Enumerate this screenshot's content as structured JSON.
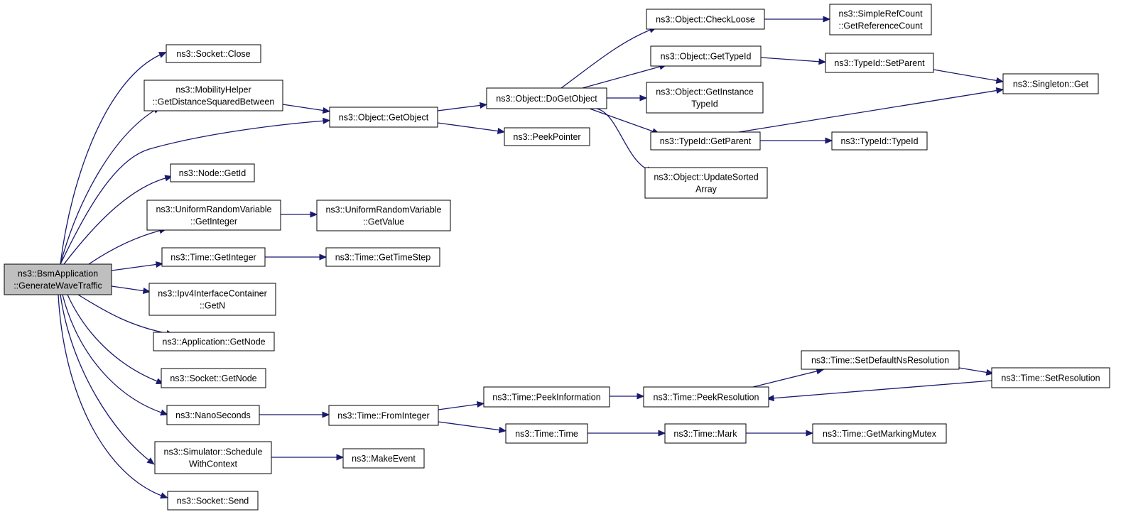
{
  "diagram": {
    "nodes": [
      {
        "id": "bsm",
        "lines": [
          "ns3::BsmApplication",
          "::GenerateWaveTraffic"
        ],
        "root": true
      },
      {
        "id": "sockClose",
        "lines": [
          "ns3::Socket::Close"
        ]
      },
      {
        "id": "mobDist",
        "lines": [
          "ns3::MobilityHelper",
          "::GetDistanceSquaredBetween"
        ]
      },
      {
        "id": "nodeGetId",
        "lines": [
          "ns3::Node::GetId"
        ]
      },
      {
        "id": "urvGetInt",
        "lines": [
          "ns3::UniformRandomVariable",
          "::GetInteger"
        ]
      },
      {
        "id": "timeGetInt",
        "lines": [
          "ns3::Time::GetInteger"
        ]
      },
      {
        "id": "ipv4GetN",
        "lines": [
          "ns3::Ipv4InterfaceContainer",
          "::GetN"
        ]
      },
      {
        "id": "appGetNode",
        "lines": [
          "ns3::Application::GetNode"
        ]
      },
      {
        "id": "sockGetNode",
        "lines": [
          "ns3::Socket::GetNode"
        ]
      },
      {
        "id": "nanoSec",
        "lines": [
          "ns3::NanoSeconds"
        ]
      },
      {
        "id": "simSched",
        "lines": [
          "ns3::Simulator::Schedule",
          "WithContext"
        ]
      },
      {
        "id": "sockSend",
        "lines": [
          "ns3::Socket::Send"
        ]
      },
      {
        "id": "objGetObj",
        "lines": [
          "ns3::Object::GetObject"
        ]
      },
      {
        "id": "urvGetVal",
        "lines": [
          "ns3::UniformRandomVariable",
          "::GetValue"
        ]
      },
      {
        "id": "timeGetStep",
        "lines": [
          "ns3::Time::GetTimeStep"
        ]
      },
      {
        "id": "timeFromInt",
        "lines": [
          "ns3::Time::FromInteger"
        ]
      },
      {
        "id": "makeEvent",
        "lines": [
          "ns3::MakeEvent"
        ]
      },
      {
        "id": "objDoGet",
        "lines": [
          "ns3::Object::DoGetObject"
        ]
      },
      {
        "id": "peekPtr",
        "lines": [
          "ns3::PeekPointer"
        ]
      },
      {
        "id": "timePeekInfo",
        "lines": [
          "ns3::Time::PeekInformation"
        ]
      },
      {
        "id": "timeTime",
        "lines": [
          "ns3::Time::Time"
        ]
      },
      {
        "id": "objCheckLoose",
        "lines": [
          "ns3::Object::CheckLoose"
        ]
      },
      {
        "id": "objGetTypeId",
        "lines": [
          "ns3::Object::GetTypeId"
        ]
      },
      {
        "id": "objGetInstTid",
        "lines": [
          "ns3::Object::GetInstance",
          "TypeId"
        ]
      },
      {
        "id": "tidGetParent",
        "lines": [
          "ns3::TypeId::GetParent"
        ]
      },
      {
        "id": "objUpdSorted",
        "lines": [
          "ns3::Object::UpdateSorted",
          "Array"
        ]
      },
      {
        "id": "timePeekRes",
        "lines": [
          "ns3::Time::PeekResolution"
        ]
      },
      {
        "id": "timeMark",
        "lines": [
          "ns3::Time::Mark"
        ]
      },
      {
        "id": "simpleRef",
        "lines": [
          "ns3::SimpleRefCount",
          "::GetReferenceCount"
        ]
      },
      {
        "id": "tidSetParent",
        "lines": [
          "ns3::TypeId::SetParent"
        ]
      },
      {
        "id": "tidTypeId",
        "lines": [
          "ns3::TypeId::TypeId"
        ]
      },
      {
        "id": "timeSetDef",
        "lines": [
          "ns3::Time::SetDefaultNsResolution"
        ]
      },
      {
        "id": "timeGetMutex",
        "lines": [
          "ns3::Time::GetMarkingMutex"
        ]
      },
      {
        "id": "singletonGet",
        "lines": [
          "ns3::Singleton::Get"
        ]
      },
      {
        "id": "timeSetRes",
        "lines": [
          "ns3::Time::SetResolution"
        ]
      }
    ],
    "edges": [
      [
        "bsm",
        "sockClose"
      ],
      [
        "bsm",
        "mobDist"
      ],
      [
        "bsm",
        "objGetObj"
      ],
      [
        "bsm",
        "nodeGetId"
      ],
      [
        "bsm",
        "urvGetInt"
      ],
      [
        "bsm",
        "timeGetInt"
      ],
      [
        "bsm",
        "ipv4GetN"
      ],
      [
        "bsm",
        "appGetNode"
      ],
      [
        "bsm",
        "sockGetNode"
      ],
      [
        "bsm",
        "nanoSec"
      ],
      [
        "bsm",
        "simSched"
      ],
      [
        "bsm",
        "sockSend"
      ],
      [
        "mobDist",
        "objGetObj"
      ],
      [
        "urvGetInt",
        "urvGetVal"
      ],
      [
        "timeGetInt",
        "timeGetStep"
      ],
      [
        "nanoSec",
        "timeFromInt"
      ],
      [
        "simSched",
        "makeEvent"
      ],
      [
        "objGetObj",
        "objDoGet"
      ],
      [
        "objGetObj",
        "peekPtr"
      ],
      [
        "timeFromInt",
        "timePeekInfo"
      ],
      [
        "timeFromInt",
        "timeTime"
      ],
      [
        "objDoGet",
        "objCheckLoose"
      ],
      [
        "objDoGet",
        "objGetTypeId"
      ],
      [
        "objDoGet",
        "objGetInstTid"
      ],
      [
        "objDoGet",
        "tidGetParent"
      ],
      [
        "objDoGet",
        "objUpdSorted"
      ],
      [
        "timePeekInfo",
        "timePeekRes"
      ],
      [
        "timeTime",
        "timeMark"
      ],
      [
        "objCheckLoose",
        "simpleRef"
      ],
      [
        "objGetTypeId",
        "tidSetParent"
      ],
      [
        "tidGetParent",
        "singletonGet"
      ],
      [
        "tidGetParent",
        "tidTypeId"
      ],
      [
        "timePeekRes",
        "timeSetDef"
      ],
      [
        "timeMark",
        "timeGetMutex"
      ],
      [
        "tidSetParent",
        "singletonGet"
      ],
      [
        "timeSetDef",
        "timeSetRes"
      ],
      [
        "timeSetRes",
        "timePeekRes"
      ]
    ]
  }
}
